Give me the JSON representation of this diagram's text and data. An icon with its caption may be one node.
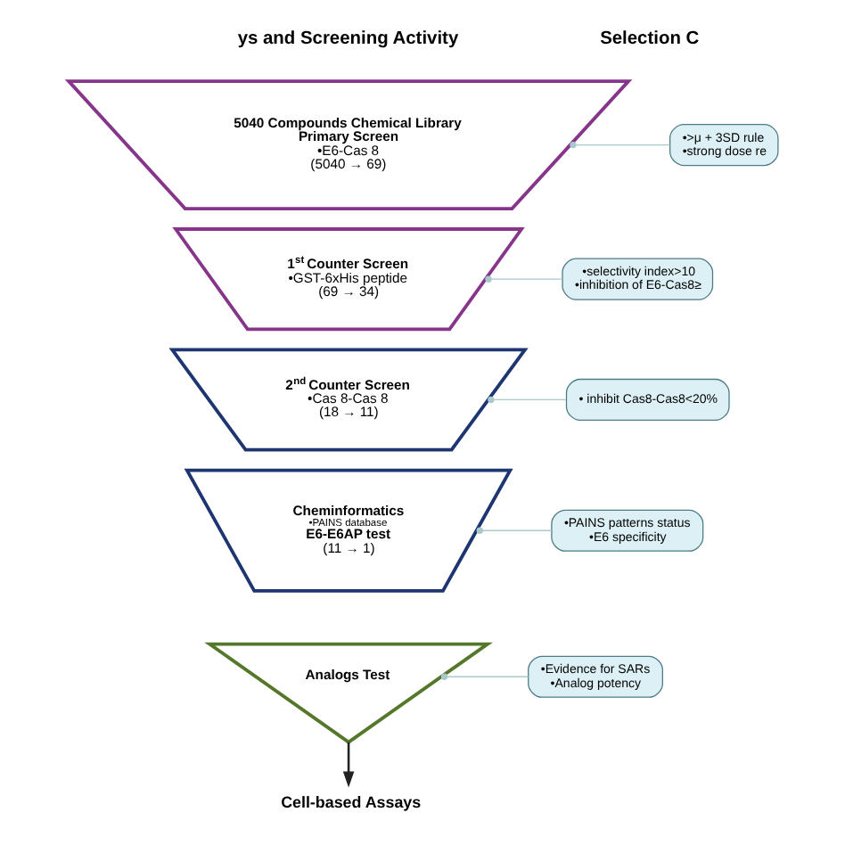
{
  "diagram": {
    "nodes": [
      {
        "text": [
          "5040 Compounds Chemical Library",
          "Primary Screen",
          "•E6-Cas 8",
          "(5040 → 69)"
        ]
      },
      {
        "text": [
          "1$^{st}$ Counter Screen",
          "•GST-6xHis peptide",
          "(69 → 34)"
        ]
      },
      {
        "text": [
          "2$^{nd}$ Counter Screen",
          "•Cas 8-Cas 8",
          "(18 → 11)"
        ]
      },
      {
        "text": [
          "Cheminformatics",
          "•PAINS database",
          "E6-E6AP test",
          "(11 → 1)"
        ]
      },
      {
        "text": [
          "Analogs Test"
        ]
      },
      {
        "text": [
          "Cell-based Assays"
        ]
      },
      {
        "text": [
          "•>μ + 3SD rule",
          "•strong dose re"
        ]
      },
      {
        "text": [
          "•selectivity index>10",
          "•inhibition of E6-Cas8≥"
        ]
      },
      {
        "text": [
          "• inhibit Cas8-Cas8<20%"
        ]
      },
      {
        "text": [
          "•PAINS patterns status",
          "•E6 specificity"
        ]
      },
      {
        "text": [
          "•Evidence for SARs",
          "•Analog potency"
        ]
      }
    ],
    "edges": [
      {
        "from": 0,
        "to": 6,
        "arrow": "other",
        "color": "#a9c9cc"
      },
      {
        "from": 1,
        "to": 7,
        "arrow": "other",
        "color": "#a9c9cc"
      },
      {
        "from": 2,
        "to": 8,
        "arrow": "other",
        "color": "#a9c9cc"
      },
      {
        "from": 3,
        "to": 9,
        "arrow": "other",
        "color": "#a9c9cc"
      },
      {
        "from": 4,
        "to": 10,
        "arrow": "other",
        "color": "#a9c9cc"
      },
      {
        "from": 4,
        "to": 5,
        "arrow": "to",
        "color": "#222222"
      }
    ],
    "labels": [
      "ys and Screening Activity",
      "Selection C"
    ]
  }
}
